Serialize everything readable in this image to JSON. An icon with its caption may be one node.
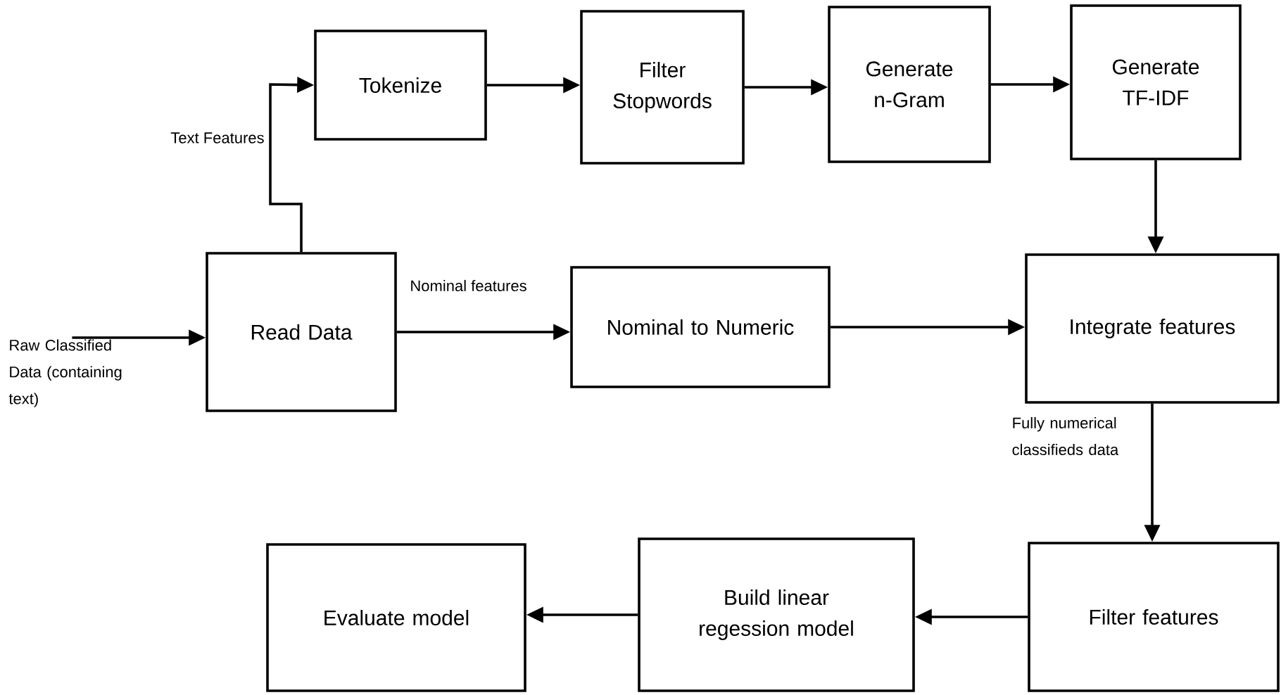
{
  "diagram": {
    "nodes": [
      {
        "text": [
          "Tokenize"
        ]
      },
      {
        "text": [
          "Filter Stopwords"
        ]
      },
      {
        "text": [
          "Generate n-Gram"
        ]
      },
      {
        "text": [
          "Generate TF-IDF"
        ]
      },
      {
        "text": [
          "Read Data"
        ]
      },
      {
        "text": [
          "Nominal to Numeric"
        ]
      },
      {
        "text": [
          "Integrate features"
        ]
      },
      {
        "text": [
          "Filter features"
        ]
      },
      {
        "text": [
          "Build linear regession model"
        ]
      },
      {
        "text": [
          "Evaluate model"
        ]
      },
      {
        "text": [
          "Raw Classified Data (containing text)"
        ]
      }
    ],
    "edges": [
      {
        "from": 4,
        "to": 0,
        "arrow": "to",
        "label": "Text Features"
      },
      {
        "from": 0,
        "to": 1,
        "arrow": "to"
      },
      {
        "from": 1,
        "to": 2,
        "arrow": "to"
      },
      {
        "from": 2,
        "to": 3,
        "arrow": "to"
      },
      {
        "from": 3,
        "to": 6,
        "arrow": "to"
      },
      {
        "from": 4,
        "to": 5,
        "arrow": "to",
        "label": "Nominal features"
      },
      {
        "from": 5,
        "to": 6,
        "arrow": "to"
      },
      {
        "from": 6,
        "to": 7,
        "arrow": "to",
        "label": "Fully numerical classifieds data"
      },
      {
        "from": 7,
        "to": 8,
        "arrow": "to"
      },
      {
        "from": 8,
        "to": 9,
        "arrow": "to"
      },
      {
        "from": 10,
        "to": 4,
        "arrow": "to"
      }
    ]
  }
}
